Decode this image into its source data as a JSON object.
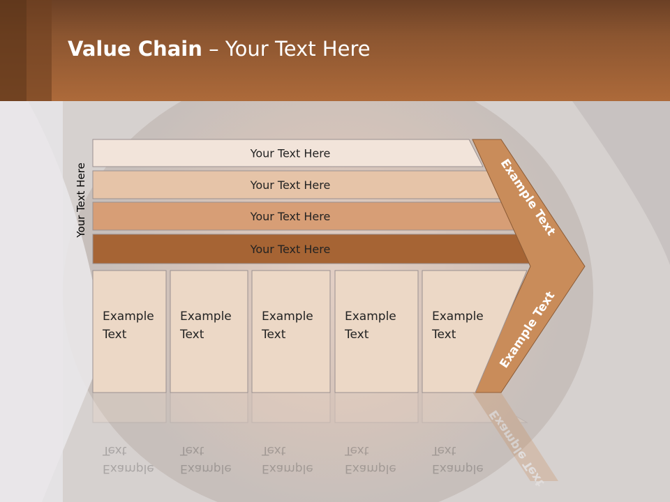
{
  "slide": {
    "title_bold": "Value Chain",
    "title_rest": " – Your Text Here"
  },
  "chain": {
    "side_label": "Your Text Here",
    "support_rows": [
      {
        "label": "Your Text Here",
        "color": "#f2e4da"
      },
      {
        "label": "Your Text Here",
        "color": "#e6c4a8"
      },
      {
        "label": "Your Text Here",
        "color": "#d79e76"
      },
      {
        "label": "Your Text Here",
        "color": "#a66434"
      }
    ],
    "primary_boxes": [
      {
        "line1": "Example",
        "line2": "Text"
      },
      {
        "line1": "Example",
        "line2": "Text"
      },
      {
        "line1": "Example",
        "line2": "Text"
      },
      {
        "line1": "Example",
        "line2": "Text"
      },
      {
        "line1": "Example",
        "line2": "Text"
      }
    ],
    "chevron_top_label": "Example Text",
    "chevron_bottom_label": "Example Text",
    "chevron_color": "#c98c5a",
    "box_color": "#ecd8c6",
    "reflection_first_word": "Example",
    "reflection_second_word": "Text"
  }
}
